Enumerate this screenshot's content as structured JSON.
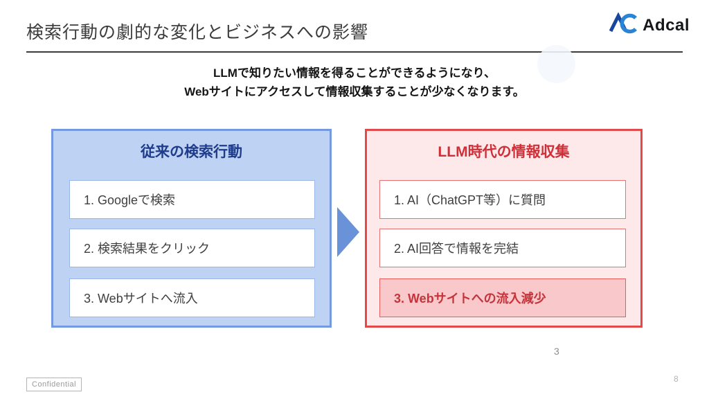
{
  "slide": {
    "title": "検索行動の劇的な変化とビジネスへの影響",
    "logo": {
      "text": "Adcal"
    },
    "subtitle": {
      "line1": "LLMで知りたい情報を得ることができるようになり、",
      "line2": "Webサイトにアクセスして情報収集することが少なくなります。"
    },
    "left_panel": {
      "title": "従来の検索行動",
      "items": [
        "1. Googleで検索",
        "2. 検索結果をクリック",
        "3. Webサイトへ流入"
      ]
    },
    "right_panel": {
      "title": "LLM時代の情報収集",
      "items": [
        "1. AI（ChatGPT等）に質問",
        "2. AI回答で情報を完結",
        "3. Webサイトへの流入減少"
      ]
    },
    "footer": {
      "confidential_label": "Confidential",
      "stray_page_number": "3",
      "page_number": "8"
    },
    "colors": {
      "logo_dark_blue": "#17469e",
      "logo_light_blue": "#2b83d4",
      "panel_blue_bg": "#bed3f3",
      "panel_blue_border": "#7499df",
      "panel_blue_title": "#1f3c8c",
      "arrow_blue": "#6a92d8",
      "panel_red_bg": "#fde8ea",
      "panel_red_border": "#e34949",
      "panel_red_title": "#cf3038",
      "highlight_red_bg": "#f8c8ca"
    }
  }
}
